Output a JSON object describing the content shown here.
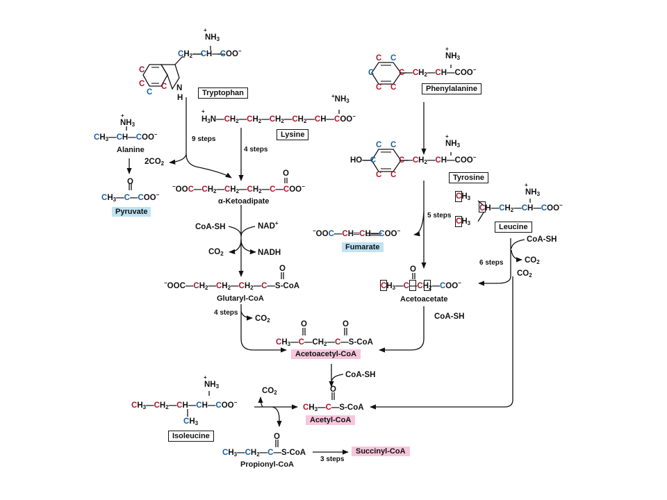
{
  "compounds": {
    "tryptophan": "Tryptophan",
    "lysine": "Lysine",
    "alanine": "Alanine",
    "pyruvate": "Pyruvate",
    "ketoadipate": "α-Ketoadipate",
    "glutaryl_coa": "Glutaryl-CoA",
    "acetoacetyl_coa": "Acetoacetyl-CoA",
    "phenylalanine": "Phenylalanine",
    "tyrosine": "Tyrosine",
    "leucine": "Leucine",
    "fumarate": "Fumarate",
    "acetoacetate": "Acetoacetate",
    "isoleucine": "Isoleucine",
    "acetyl_coa": "Acetyl-CoA",
    "propionyl_coa": "Propionyl-CoA",
    "succinyl_coa": "Succinyl-CoA"
  },
  "labels": {
    "nine_steps": "9 steps",
    "four_steps_a": "4 steps",
    "four_steps_b": "4 steps",
    "five_steps": "5 steps",
    "six_steps": "6 steps",
    "three_steps": "3 steps",
    "two_co2": "2CO",
    "co2_a": "CO",
    "co2_b": "CO",
    "co2_c": "CO",
    "co2_d": "CO",
    "co2_e": "CO",
    "coash_a": "CoA-SH",
    "coash_b": "CoA-SH",
    "coash_c": "CoA-SH",
    "coash_d": "CoA-SH",
    "nad": "NAD",
    "nadh": "NADH",
    "ho": "HO",
    "nh": "N",
    "h": "H"
  },
  "colors": {
    "blue_carbon": "#1a5fa8",
    "red_carbon": "#b0162b",
    "blue_highlight": "#bfe3f3",
    "pink_highlight": "#f6c6dc"
  }
}
